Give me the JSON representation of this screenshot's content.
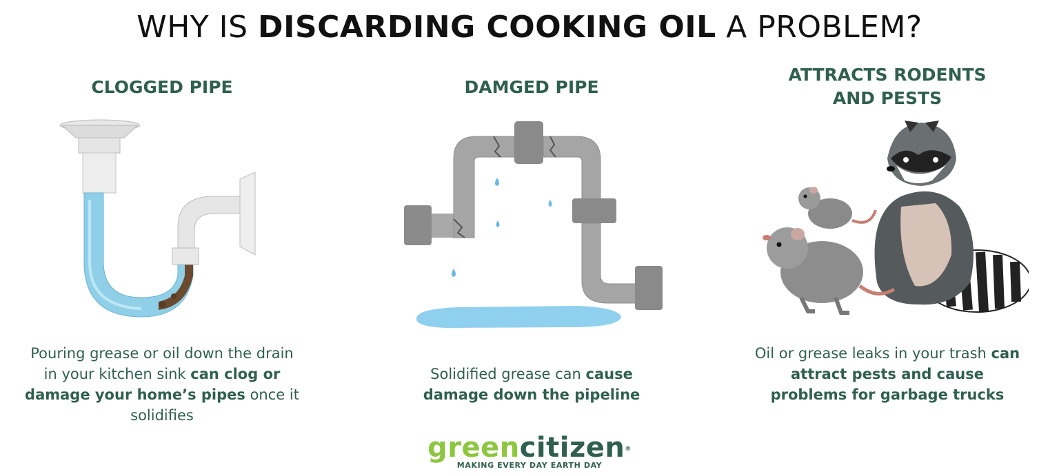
{
  "title": {
    "prefix": "WHY IS ",
    "bold": "DISCARDING COOKING OIL",
    "suffix": " A PROBLEM?"
  },
  "columns": [
    {
      "heading": "CLOGGED PIPE",
      "text_parts": [
        "Pouring grease or oil down the drain in your kitchen sink ",
        "can clog or damage your home’s pipes",
        " once it solidifies"
      ]
    },
    {
      "heading": "DAMGED PIPE",
      "text_parts": [
        "Solidified grease can ",
        "cause damage down the pipeline",
        ""
      ]
    },
    {
      "heading_line1": "ATTRACTS RODENTS",
      "heading_line2": "AND PESTS",
      "text_parts": [
        "Oil or grease leaks in your trash ",
        "can attract pests and cause problems for garbage trucks",
        ""
      ]
    }
  ],
  "logo": {
    "green_part": "green",
    "dark_part": "citizen",
    "registered": "®",
    "tagline": "MAKING EVERY DAY EARTH DAY"
  },
  "icons": [
    "clogged-pipe-illustration",
    "damaged-pipe-illustration",
    "rodents-raccoon-illustration"
  ],
  "colors": {
    "heading": "#2f5f4f",
    "logo_green": "#8dc63f",
    "water": "#7ec8e3",
    "pipe_gray": "#9a9a9a"
  }
}
